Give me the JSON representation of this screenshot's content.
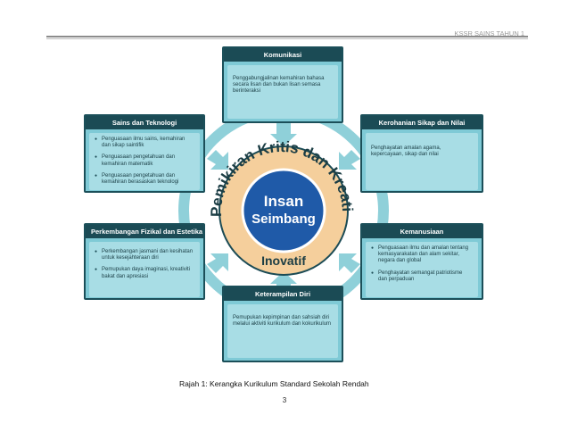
{
  "header": {
    "title": "KSSR SAINS TAHUN 1"
  },
  "diagram": {
    "top": {
      "title": "Komunikasi",
      "text": "Penggabungjalinan kemahiran bahasa secara lisan dan bukan lisan semasa berinteraksi"
    },
    "top_left": {
      "title": "Sains dan Teknologi",
      "items": [
        "Penguasaan ilmu sains, kemahiran dan sikap saintifik",
        "Penguasaan pengetahuan dan kemahiran matematik",
        "Penguasaan pengetahuan dan kemahiran berasaskan teknologi"
      ]
    },
    "top_right": {
      "title": "Kerohanian Sikap dan Nilai",
      "text": "Penghayatan amalan agama, kepercayaan, sikap dan nilai"
    },
    "bottom_left": {
      "title": "Perkembangan Fizikal dan Estetika",
      "items": [
        "Perkembangan jasmani dan kesihatan untuk kesejahteraan diri",
        "Pemupukan daya imaginasi, kreativiti bakat dan apresiasi"
      ]
    },
    "bottom_right": {
      "title": "Kemanusiaan",
      "items": [
        "Penguasaan ilmu dan amalan tentang kemasyarakatan dan alam sekitar, negara dan global",
        "Penghayatan semangat patriotisme dan perpaduan"
      ]
    },
    "bottom": {
      "title": "Keterampilan Diri",
      "text": "Pemupukan kepimpinan dan sahsiah diri melalui aktiviti kurikulum dan kokurikulum"
    },
    "center": {
      "arc_text": "Pemikiran Kritis dan Kreatif",
      "line1": "Insan",
      "line2": "Seimbang",
      "bottom_text": "Inovatif"
    },
    "colors": {
      "panel_dark": "#1b4b55",
      "panel_fill": "#7fcad6",
      "inner_fill": "#a8dde5",
      "ring": "#f5cf9c",
      "core": "#1f5aa8",
      "arrow": "#8fd0d9"
    }
  },
  "caption": "Rajah 1: Kerangka Kurikulum Standard Sekolah Rendah",
  "page_number": "3"
}
